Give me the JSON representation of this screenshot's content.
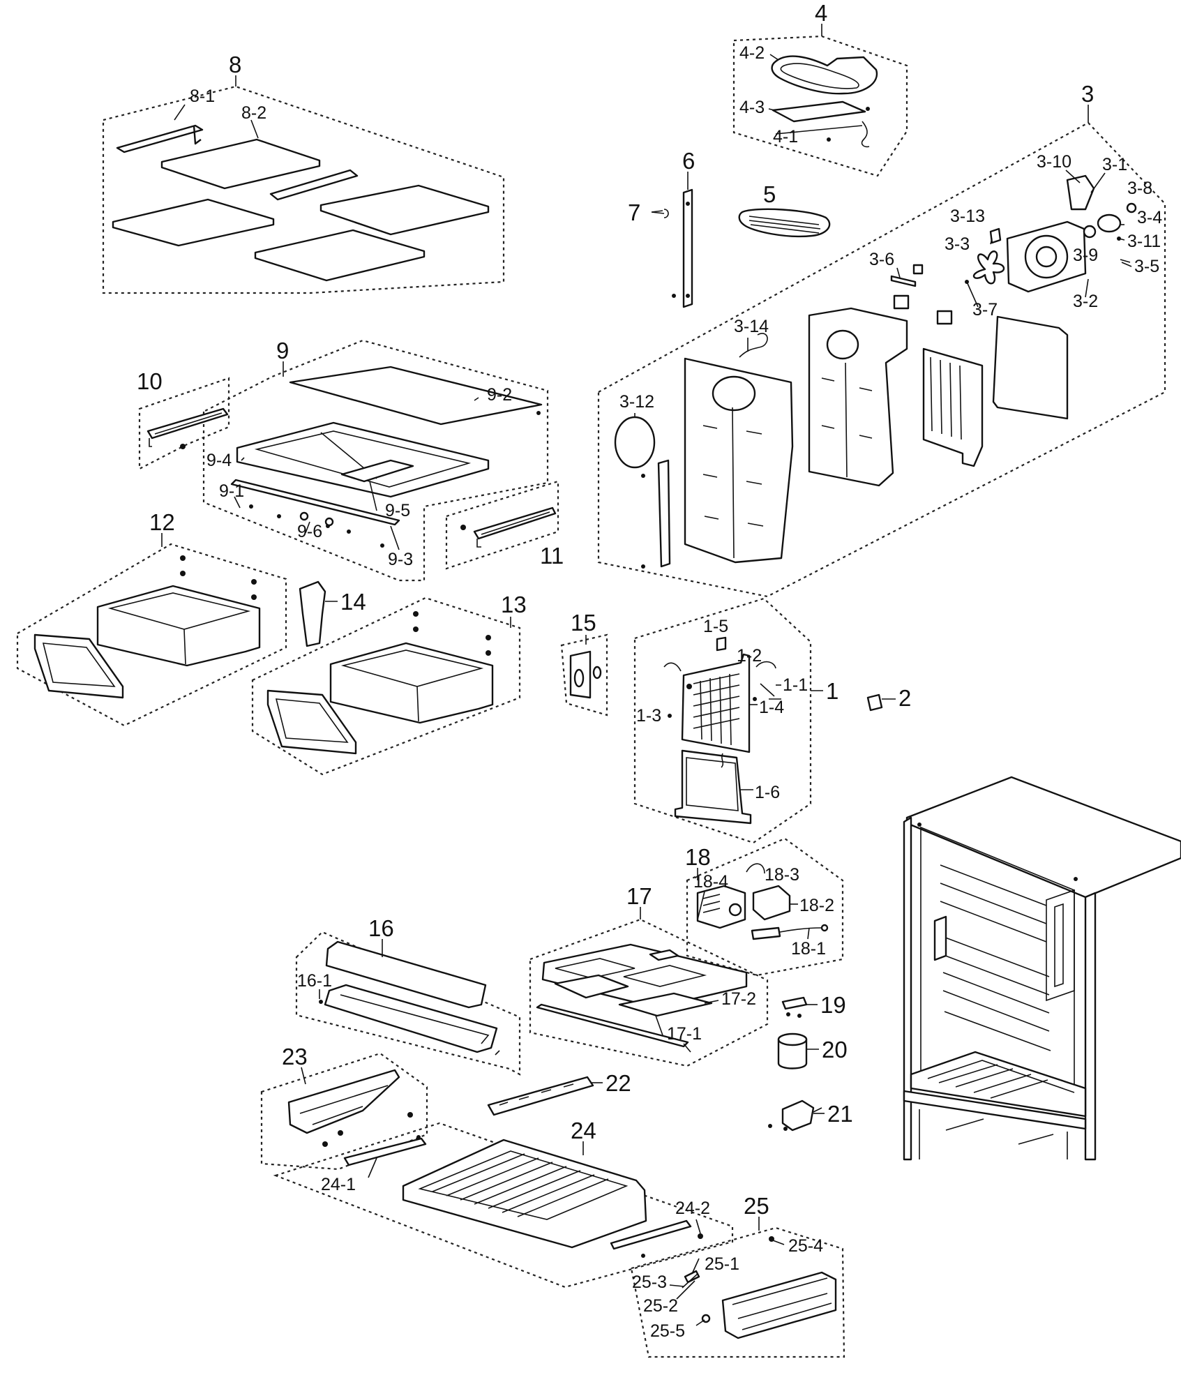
{
  "labels": {
    "g1": "1",
    "g2": "2",
    "g3": "3",
    "g4": "4",
    "g5": "5",
    "g6": "6",
    "g7": "7",
    "g8": "8",
    "g9": "9",
    "g10": "10",
    "g11": "11",
    "g12": "12",
    "g13": "13",
    "g14": "14",
    "g15": "15",
    "g16": "16",
    "g17": "17",
    "g18": "18",
    "g19": "19",
    "g20": "20",
    "g21": "21",
    "g22": "22",
    "g23": "23",
    "g24": "24",
    "g25": "25",
    "s1_1": "1-1",
    "s1_2": "1-2",
    "s1_3": "1-3",
    "s1_4": "1-4",
    "s1_5": "1-5",
    "s1_6": "1-6",
    "s3_1": "3-1",
    "s3_2": "3-2",
    "s3_3": "3-3",
    "s3_4": "3-4",
    "s3_5": "3-5",
    "s3_6": "3-6",
    "s3_7": "3-7",
    "s3_8": "3-8",
    "s3_9": "3-9",
    "s3_10": "3-10",
    "s3_11": "3-11",
    "s3_12": "3-12",
    "s3_13": "3-13",
    "s3_14": "3-14",
    "s4_1": "4-1",
    "s4_2": "4-2",
    "s4_3": "4-3",
    "s8_1": "8-1",
    "s8_2": "8-2",
    "s9_1": "9-1",
    "s9_2": "9-2",
    "s9_3": "9-3",
    "s9_4": "9-4",
    "s9_5": "9-5",
    "s9_6": "9-6",
    "s16_1": "16-1",
    "s17_1": "17-1",
    "s17_2": "17-2",
    "s18_1": "18-1",
    "s18_2": "18-2",
    "s18_3": "18-3",
    "s18_4": "18-4",
    "s24_1": "24-1",
    "s24_2": "24-2",
    "s25_1": "25-1",
    "s25_2": "25-2",
    "s25_3": "25-3",
    "s25_4": "25-4",
    "s25_5": "25-5"
  }
}
